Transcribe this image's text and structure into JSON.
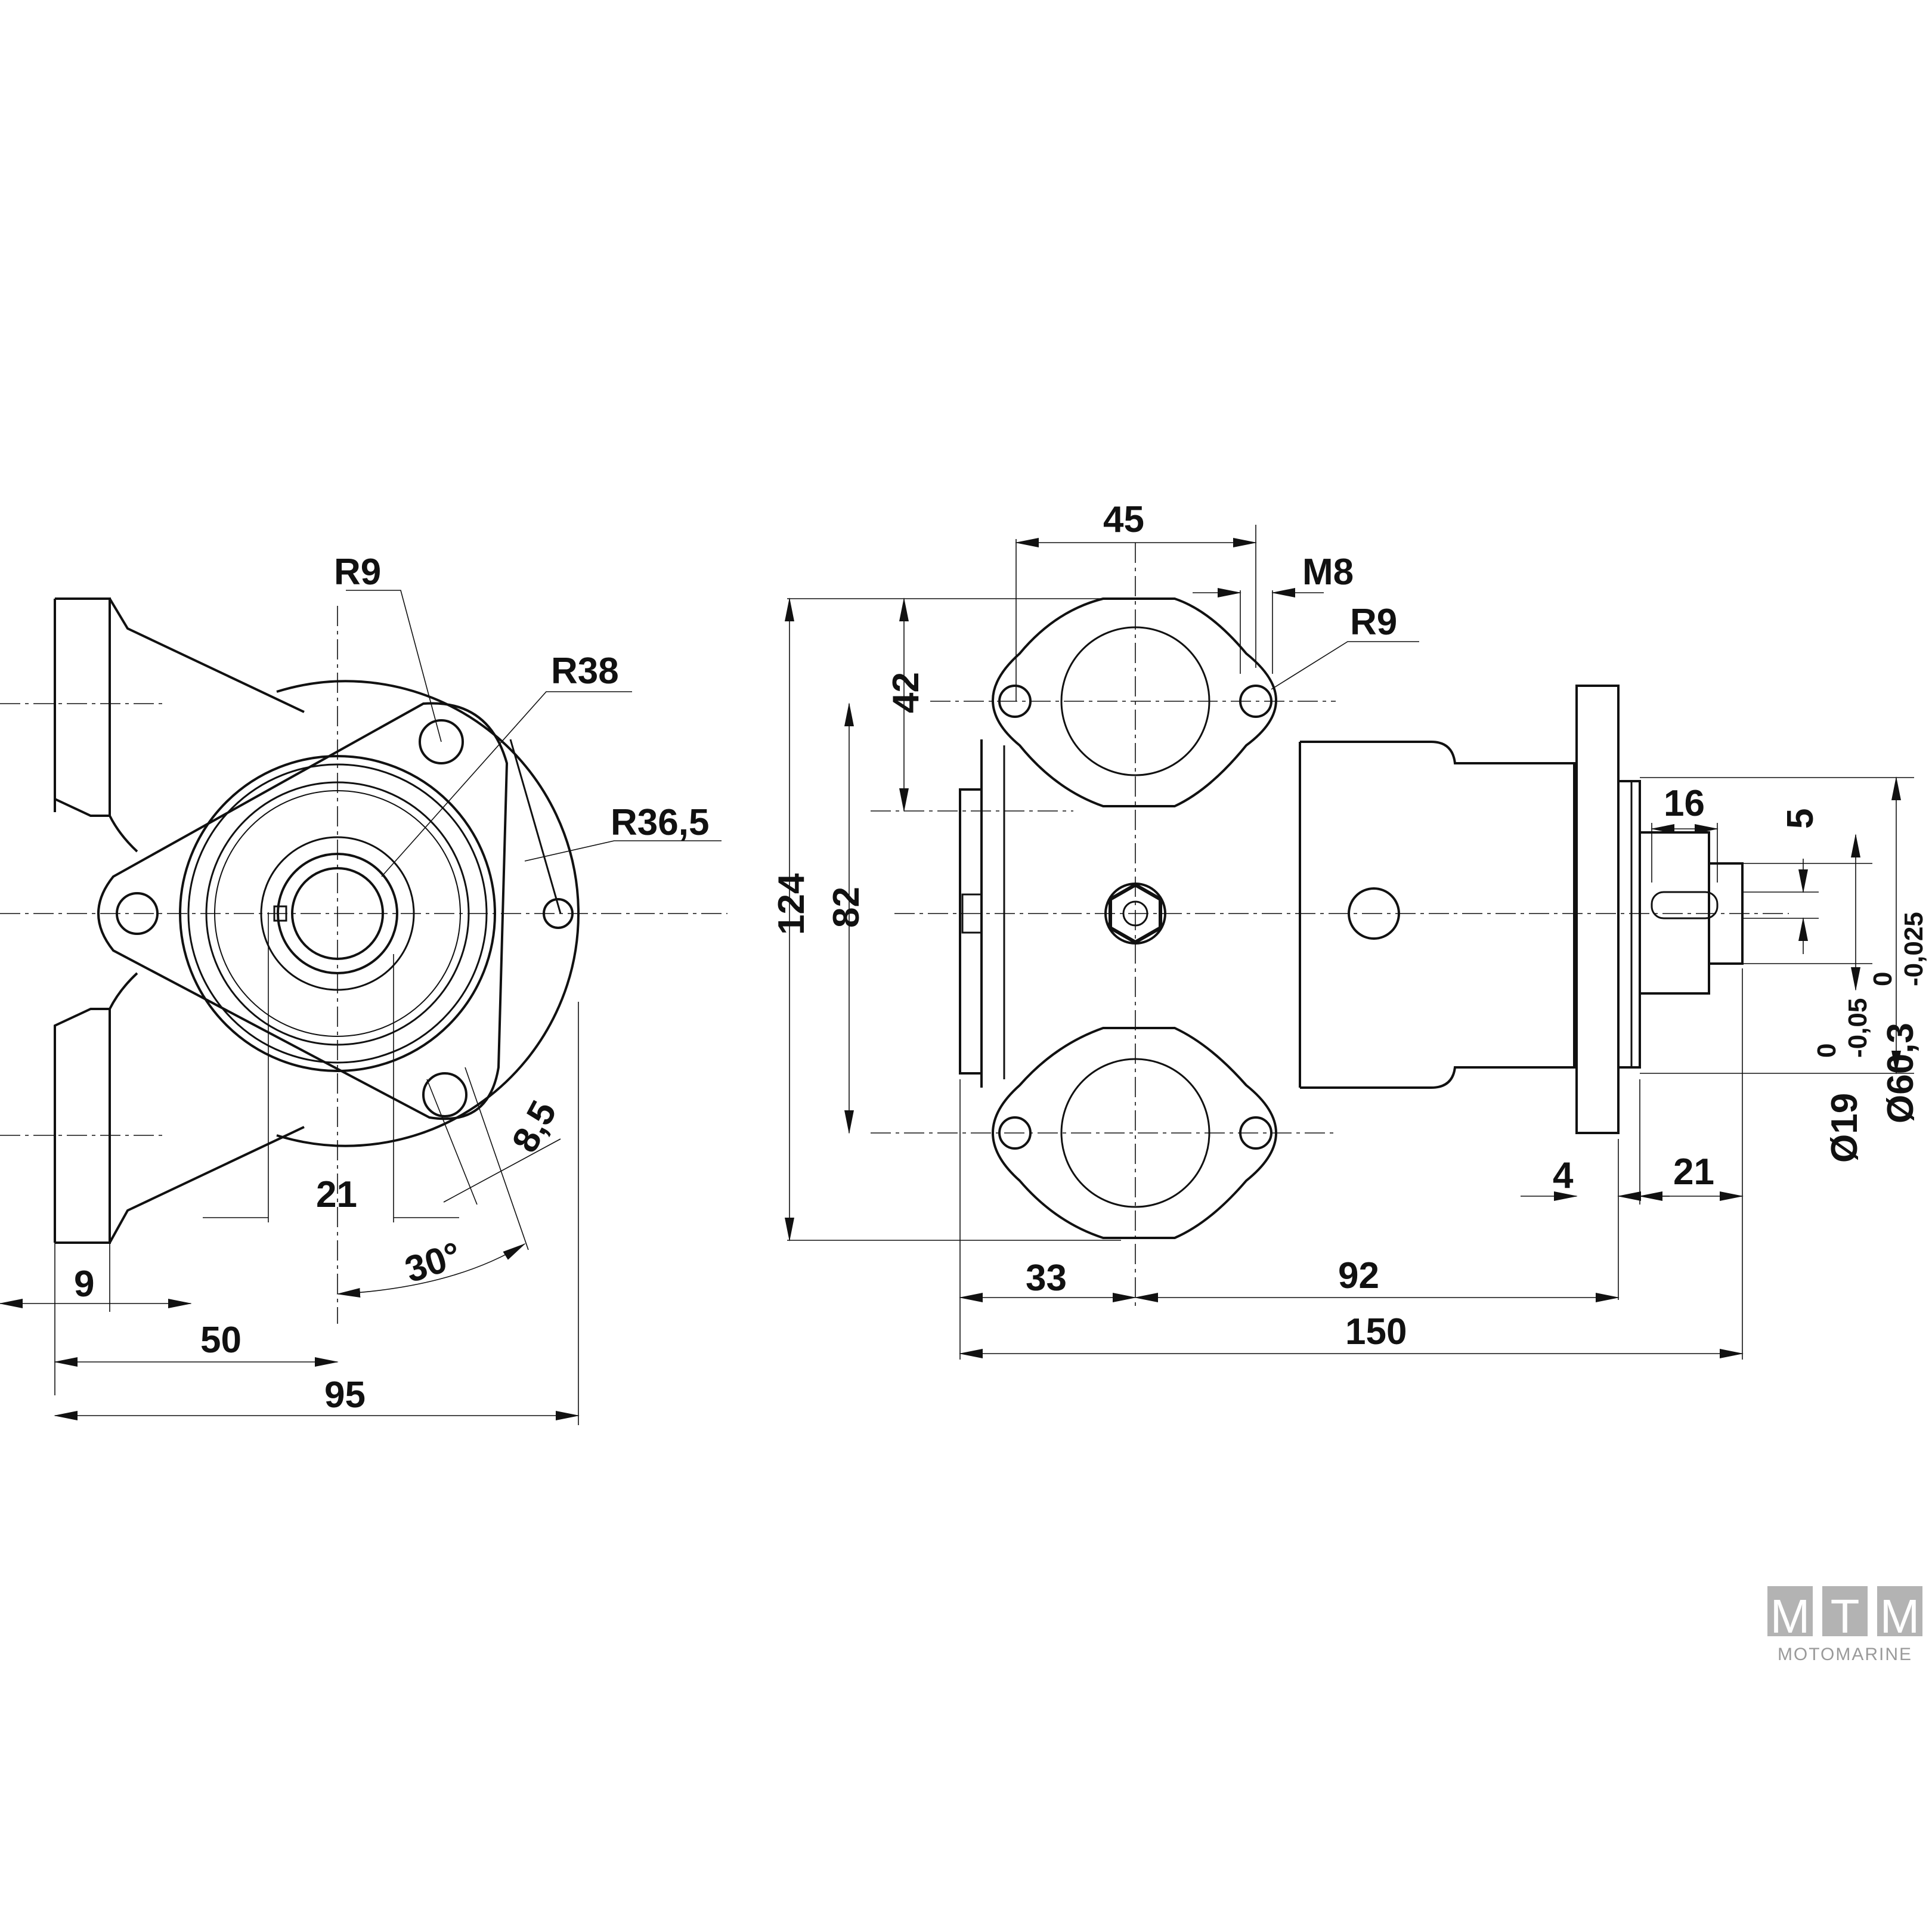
{
  "dimensions": {
    "front_view": {
      "r9": "R9",
      "r38": "R38",
      "r36_5": "R36,5",
      "hole_dia": "8,5",
      "angle": "30°",
      "bore_offset": "21",
      "flange_thickness": "9",
      "half_width": "50",
      "overall_width": "95"
    },
    "side_view": {
      "port_spacing": "45",
      "thread": "M8",
      "r9": "R9",
      "port_height": "42",
      "overall_height": "124",
      "port_centers": "82",
      "key_length": "16",
      "key_width": "5",
      "spigot_dia": "Ø60,3",
      "spigot_tol_upper": "0",
      "spigot_tol_lower": "-0,025",
      "shaft_dia": "Ø19",
      "shaft_tol_upper": "0",
      "shaft_tol_lower": "-0,05",
      "flange_thickness": "4",
      "shaft_length": "21",
      "cover_to_port": "33",
      "body_length": "92",
      "overall_length": "150"
    }
  },
  "logo": {
    "letter_1": "M",
    "letter_2": "T",
    "letter_3": "M",
    "wordmark": "MOTOMARINE",
    "tile_color": "#b3b3b3"
  }
}
